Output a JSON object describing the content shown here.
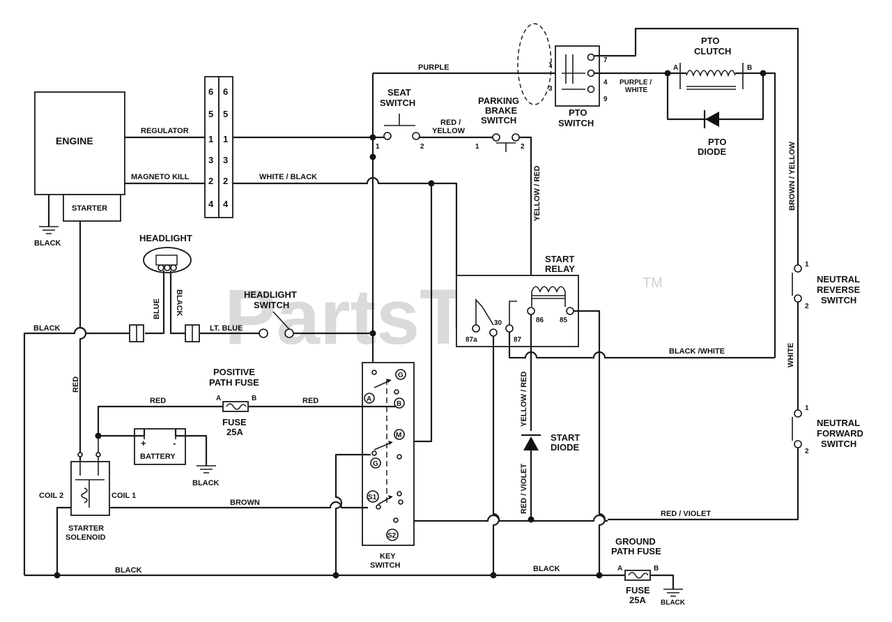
{
  "watermark": {
    "text": "PartsTree",
    "tm": "TM"
  },
  "engine": {
    "title": "ENGINE",
    "starter": "STARTER",
    "ground": "BLACK"
  },
  "connector": {
    "left_pins": [
      "6",
      "5",
      "1",
      "3",
      "2",
      "4"
    ],
    "right_pins": [
      "6",
      "5",
      "1",
      "3",
      "2",
      "4"
    ]
  },
  "wires": {
    "regulator": "REGULATOR",
    "magneto_kill": "MAGNETO KILL",
    "purple": "PURPLE",
    "white_black": "WHITE / BLACK",
    "red_yellow_1": "RED /",
    "red_yellow_2": "YELLOW",
    "yellow_red_v": "YELLOW / RED",
    "yellow_red_v2": "YELLOW / RED",
    "purple_white_1": "PURPLE /",
    "purple_white_2": "WHITE",
    "brown_yellow": "BROWN / YELLOW",
    "white_v": "WHITE",
    "black_white": "BLACK /WHITE",
    "red_violet_v": "RED / VIOLET",
    "red_violet_h": "RED / VIOLET",
    "black_left": "BLACK",
    "red_v": "RED",
    "red_fuse_left": "RED",
    "red_fuse_right": "RED",
    "blue": "BLUE",
    "black_headlight": "BLACK",
    "lt_blue": "LT. BLUE",
    "brown": "BROWN",
    "black_bottom_left": "BLACK",
    "black_bottom_right": "BLACK"
  },
  "seat_switch": {
    "title1": "SEAT",
    "title2": "SWITCH",
    "t1": "1",
    "t2": "2"
  },
  "parking_brake": {
    "title1": "PARKING",
    "title2": "BRAKE",
    "title3": "SWITCH",
    "t1": "1",
    "t2": "2"
  },
  "pto_switch": {
    "title1": "PTO",
    "title2": "SWITCH",
    "pins": [
      "1",
      "3",
      "7",
      "4",
      "9"
    ]
  },
  "pto_clutch": {
    "title1": "PTO",
    "title2": "CLUTCH",
    "a": "A",
    "b": "B"
  },
  "pto_diode": {
    "title1": "PTO",
    "title2": "DIODE"
  },
  "headlight": {
    "title": "HEADLIGHT"
  },
  "headlight_switch": {
    "title1": "HEADLIGHT",
    "title2": "SWITCH"
  },
  "start_relay": {
    "title1": "START",
    "title2": "RELAY",
    "pins": [
      "87a",
      "30",
      "87",
      "86",
      "85"
    ]
  },
  "neutral_reverse": {
    "title1": "NEUTRAL",
    "title2": "REVERSE",
    "title3": "SWITCH",
    "t1": "1",
    "t2": "2"
  },
  "neutral_forward": {
    "title1": "NEUTRAL",
    "title2": "FORWARD",
    "title3": "SWITCH",
    "t1": "1",
    "t2": "2"
  },
  "positive_fuse": {
    "title1": "POSITIVE",
    "title2": "PATH FUSE",
    "a": "A",
    "b": "B",
    "name": "FUSE",
    "rating": "25A"
  },
  "ground_fuse": {
    "title1": "GROUND",
    "title2": "PATH FUSE",
    "a": "A",
    "b": "B",
    "name": "FUSE",
    "rating": "25A",
    "ground": "BLACK"
  },
  "battery": {
    "title": "BATTERY",
    "plus": "+",
    "minus": "-",
    "ground": "BLACK"
  },
  "solenoid": {
    "title1": "STARTER",
    "title2": "SOLENOID",
    "coil2": "COIL 2",
    "coil1": "COIL 1"
  },
  "start_diode": {
    "title1": "START",
    "title2": "DIODE"
  },
  "key_switch": {
    "title1": "KEY",
    "title2": "SWITCH",
    "terminals": [
      "G",
      "A",
      "B",
      "M",
      "G",
      "S1",
      "S2"
    ]
  }
}
